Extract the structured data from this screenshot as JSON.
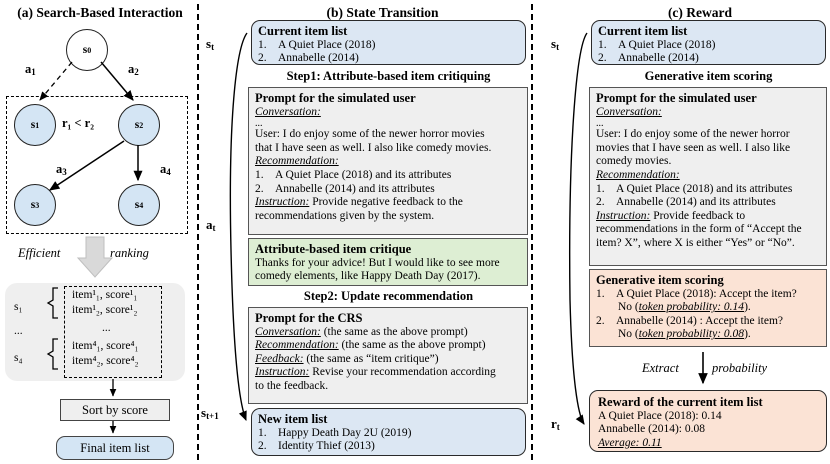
{
  "panels": {
    "a": {
      "title": "(a) Search-Based Interaction"
    },
    "b": {
      "title": "(b) State Transition"
    },
    "c": {
      "title": "(c) Reward"
    }
  },
  "panel_a": {
    "nodes": [
      {
        "id": "s0",
        "label": "s",
        "sub": "0"
      },
      {
        "id": "s1",
        "label": "s",
        "sub": "1"
      },
      {
        "id": "s2",
        "label": "s",
        "sub": "2"
      },
      {
        "id": "s3",
        "label": "s",
        "sub": "3"
      },
      {
        "id": "s4",
        "label": "s",
        "sub": "4"
      }
    ],
    "edges": [
      {
        "id": "a1",
        "label": "a",
        "sub": "1"
      },
      {
        "id": "a2",
        "label": "a",
        "sub": "2"
      },
      {
        "id": "a3",
        "label": "a",
        "sub": "3"
      },
      {
        "id": "a4",
        "label": "a",
        "sub": "4"
      }
    ],
    "reward_compare": "r₁ < r₂",
    "arrow_label_left": "Efficient",
    "arrow_label_right": "ranking",
    "rank_rows": [
      {
        "state": "s₁",
        "items": [
          "item¹₁, score¹₁",
          "item¹₂, score¹₂"
        ]
      },
      {
        "state": "...",
        "items": [
          "..."
        ]
      },
      {
        "state": "s₄",
        "items": [
          "item⁴₁, score⁴₁",
          "item⁴₂, score⁴₂"
        ]
      }
    ],
    "sort_box": "Sort by score",
    "final_box": "Final item list"
  },
  "panel_b": {
    "state_label_top": {
      "base": "s",
      "sub": "t"
    },
    "action_label": {
      "base": "a",
      "sub": "t"
    },
    "state_label_bottom": {
      "base": "s",
      "sub": "t+1"
    },
    "current_item_list": {
      "header": "Current item list",
      "items": [
        "A Quiet Place (2018)",
        "Annabelle (2014)"
      ]
    },
    "step1_label": "Step1: Attribute-based item critiquing",
    "prompt_user": {
      "header": "Prompt for the simulated user",
      "conversation_label": "Conversation:",
      "ellipsis": "...",
      "user_lines": [
        "User: I do enjoy some of the newer horror movies",
        "that I have seen as well. I also like comedy movies."
      ],
      "recommendation_label": "Recommendation:",
      "recommendation_items": [
        "A Quiet Place (2018) and its attributes",
        "Annabelle (2014) and its attributes"
      ],
      "instruction_label": "Instruction:",
      "instruction_lines": [
        " Provide negative feedback to the",
        "recommendations given by the system."
      ]
    },
    "critique": {
      "header": "Attribute-based item critique",
      "lines": [
        "Thanks for your advice! But I would like to see more",
        "comedy elements, like Happy Death Day (2017)."
      ]
    },
    "step2_label": "Step2: Update recommendation",
    "prompt_crs": {
      "header": "Prompt for the CRS",
      "rows": [
        {
          "label": "Conversation:",
          "text": " (the same as the above prompt)"
        },
        {
          "label": "Recommendation:",
          "text": " (the same as the above prompt)"
        },
        {
          "label": "Feedback:",
          "text": " (the same as “item critique”)"
        },
        {
          "label": "Instruction:",
          "text": " Revise your recommendation according"
        }
      ],
      "tail": "to the feedback."
    },
    "new_item_list": {
      "header": "New item list",
      "items": [
        "Happy Death Day 2U (2019)",
        "Identity Thief (2013)"
      ]
    }
  },
  "panel_c": {
    "state_label_top": {
      "base": "s",
      "sub": "t"
    },
    "reward_label": {
      "base": "r",
      "sub": "t"
    },
    "current_item_list": {
      "header": "Current item list",
      "items": [
        "A Quiet Place (2018)",
        "Annabelle (2014)"
      ]
    },
    "scoring_label": "Generative item scoring",
    "prompt_user": {
      "header": "Prompt for the simulated user",
      "conversation_label": "Conversation:",
      "ellipsis": "...",
      "user_lines": [
        "User: I do enjoy some of the newer horror",
        "movies that I have seen as well. I also like",
        "comedy movies."
      ],
      "recommendation_label": "Recommendation:",
      "recommendation_items": [
        "A Quiet Place (2018) and its attributes",
        "Annabelle (2014) and its attributes"
      ],
      "instruction_label": "Instruction:",
      "instruction_lines": [
        " Provide feedback to",
        "recommendations in the form of “Accept the",
        "item? X”, where X is either “Yes” or “No”."
      ]
    },
    "scoring_box": {
      "header": "Generative item scoring",
      "entries": [
        {
          "n": "1.",
          "l1": "A Quiet Place (2018): Accept the item?",
          "l2pre": "No (",
          "l2it": "token probability: 0.14",
          "l2post": ")."
        },
        {
          "n": "2.",
          "l1": "Annabelle  (2014) : Accept the item?",
          "l2pre": "No (",
          "l2it": "token probability: 0.08",
          "l2post": ")."
        }
      ]
    },
    "extract_left": "Extract",
    "extract_right": "probability",
    "reward_box": {
      "header": "Reward of the current item list",
      "lines": [
        "A Quiet Place (2018): 0.14",
        "Annabelle (2014): 0.08"
      ],
      "average_label": "Average:",
      "average_value": " 0.11"
    }
  },
  "colors": {
    "blue": "#dce7f3",
    "green": "#ddeed3",
    "grey": "#efefef",
    "peach": "#fbe3d5"
  }
}
